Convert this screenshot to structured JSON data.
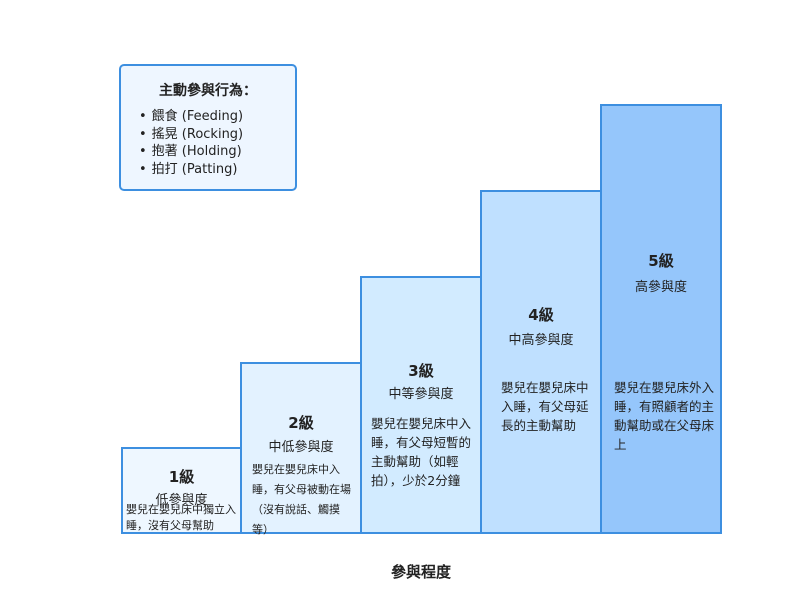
{
  "legend": {
    "title": "主動參與行為：",
    "items": [
      "餵食 (Feeding)",
      "搖晃 (Rocking)",
      "抱著 (Holding)",
      "拍打 (Patting)"
    ]
  },
  "steps": [
    {
      "level": "1級",
      "name": "低參與度",
      "desc": "嬰兒在嬰兒床中獨立入睡，沒有父母幫助"
    },
    {
      "level": "2級",
      "name": "中低參與度",
      "desc": "嬰兒在嬰兒床中入睡，有父母被動在場（沒有說話、觸摸等）"
    },
    {
      "level": "3級",
      "name": "中等參與度",
      "desc": "嬰兒在嬰兒床中入睡，有父母短暫的主動幫助（如輕拍），少於2分鐘"
    },
    {
      "level": "4級",
      "name": "中高參與度",
      "desc": "嬰兒在嬰兒床中入睡，有父母延長的主動幫助"
    },
    {
      "level": "5級",
      "name": "高參與度",
      "desc": "嬰兒在嬰兒床外入睡，有照顧者的主動幫助或在父母床上"
    }
  ],
  "axis": {
    "xlabel": "參與程度"
  },
  "colors": {
    "border": "#3d8fe0",
    "legend_bg": "#eef6ff",
    "step_fills": [
      "#eef7ff",
      "#e3f2ff",
      "#d2ebff",
      "#bfe0ff",
      "#95c6fb"
    ]
  }
}
